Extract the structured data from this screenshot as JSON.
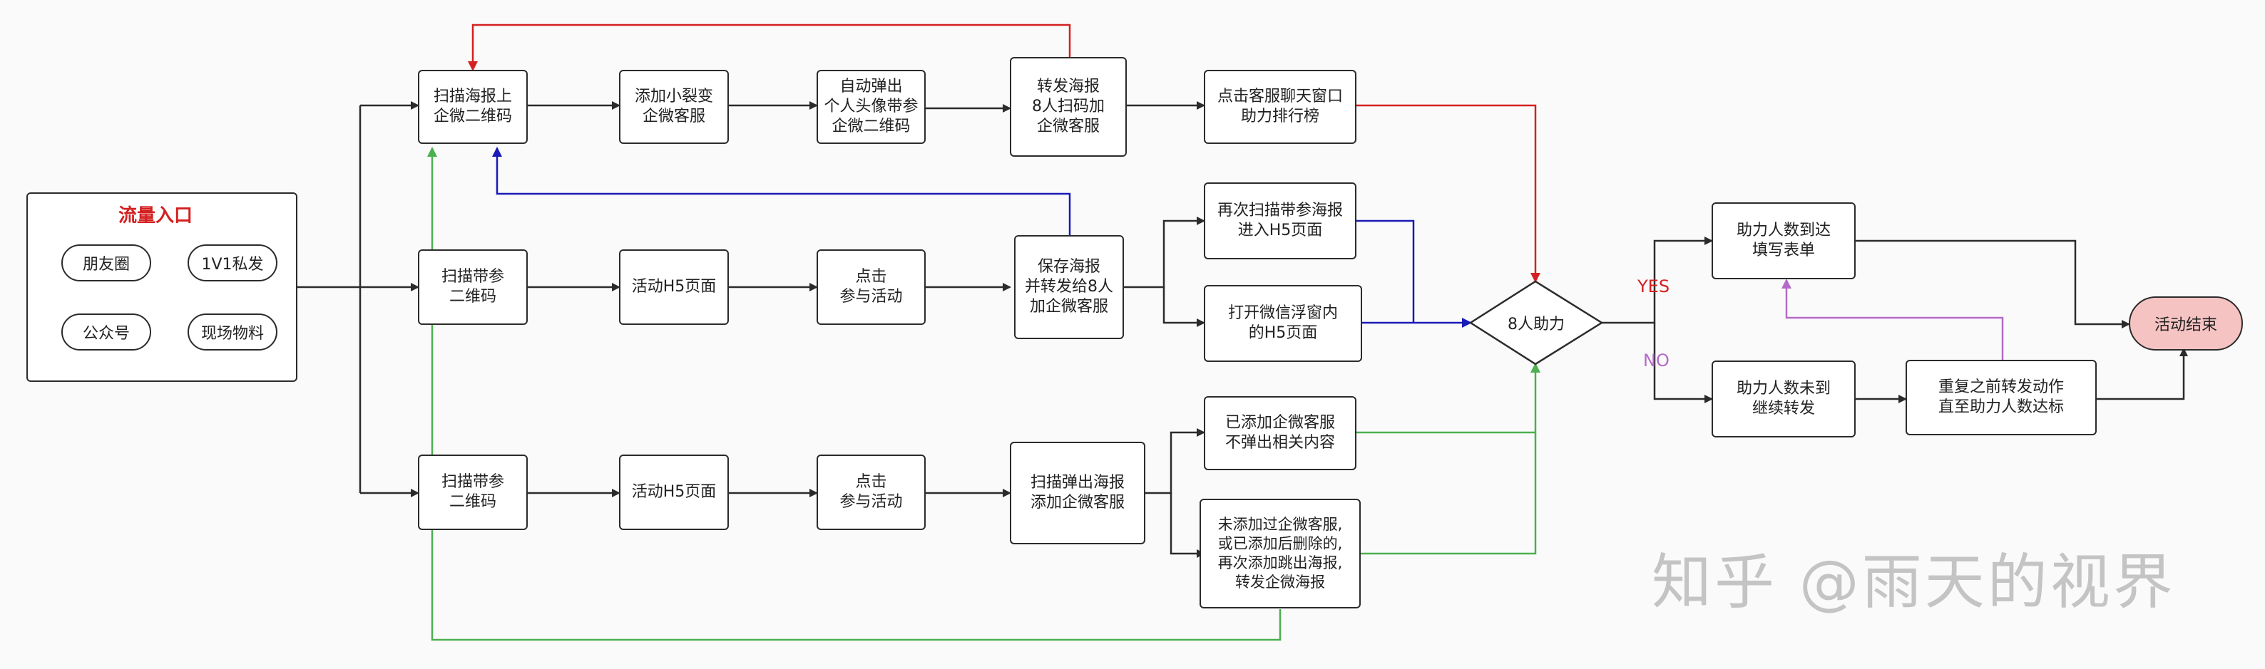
{
  "entry": {
    "title": "流量入口",
    "items": [
      "朋友圈",
      "1V1私发",
      "公众号",
      "现场物料"
    ]
  },
  "row1": {
    "scan_poster": "扫描海报上\n企微二维码",
    "add_service": "添加小裂变\n企微客服",
    "auto_popup": "自动弹出\n个人头像带参\n企微二维码",
    "forward_poster": "转发海报\n8人扫码加\n企微客服",
    "click_chat": "点击客服聊天窗口\n助力排行榜"
  },
  "row2": {
    "scan_param": "扫描带参\n二维码",
    "h5_page": "活动H5页面",
    "click_join": "点击\n参与活动",
    "save_poster": "保存海报\n并转发给8人\n加企微客服",
    "rescan": "再次扫描带参海报\n进入H5页面",
    "open_wechat": "打开微信浮窗内\n的H5页面"
  },
  "row3": {
    "scan_param": "扫描带参\n二维码",
    "h5_page": "活动H5页面",
    "click_join": "点击\n参与活动",
    "scan_popup": "扫描弹出海报\n添加企微客服",
    "already_added": "已添加企微客服\n不弹出相关内容",
    "not_added": "未添加过企微客服,\n或已添加后删除的,\n再次添加跳出海报,\n转发企微海报"
  },
  "decision": {
    "label": "8人助力",
    "yes": "YES",
    "no": "NO"
  },
  "outcome": {
    "reached": "助力人数到达\n填写表单",
    "not_reached": "助力人数未到\n继续转发",
    "repeat": "重复之前转发动作\n直至助力人数达标",
    "end": "活动结束"
  },
  "watermark": "知乎 @雨天的视界",
  "colors": {
    "red": "#d42020",
    "blue": "#1a1ab8",
    "green": "#4caf50",
    "purple": "#b46ac8",
    "dark": "#2b2b2b",
    "end_fill": "#f6c3c3"
  }
}
